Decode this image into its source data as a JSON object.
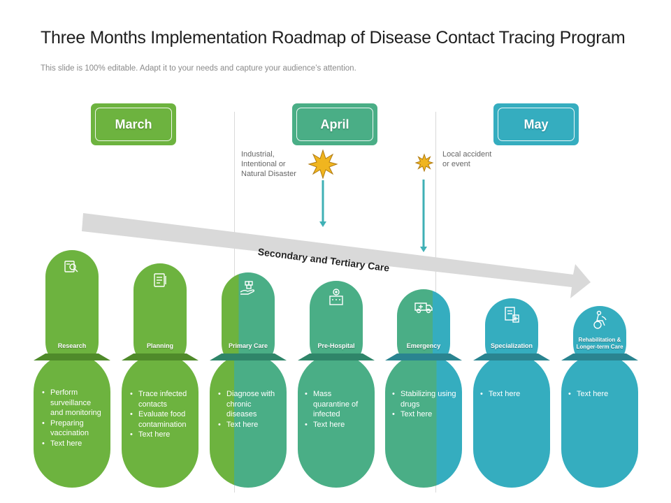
{
  "title": "Three Months Implementation Roadmap of Disease Contact Tracing Program",
  "subtitle": "This slide is 100% editable. Adapt it to your needs and capture your audience’s attention.",
  "months": [
    "March",
    "April",
    "May"
  ],
  "notes": {
    "disaster": "Industrial,\nIntentional  or\nNatural Disaster",
    "accident": "Local accident\nor event"
  },
  "arrow_label": "Secondary and Tertiary Care",
  "stages": [
    {
      "label": "Research",
      "icon": "research-icon",
      "items": [
        "Perform surveillance and monitoring",
        "Preparing vaccination",
        "Text here"
      ]
    },
    {
      "label": "Planning",
      "icon": "clipboard-icon",
      "items": [
        "Trace infected contacts",
        "Evaluate food contamination",
        "Text here"
      ]
    },
    {
      "label": "Primary Care",
      "icon": "care-hand-icon",
      "items": [
        "Diagnose with chronic diseases",
        "Text here"
      ]
    },
    {
      "label": "Pre-Hospital",
      "icon": "hospital-icon",
      "items": [
        "Mass quarantine of infected",
        "Text here"
      ]
    },
    {
      "label": "Emergency",
      "icon": "ambulance-icon",
      "items": [
        "Stabilizing using drugs",
        "Text here"
      ]
    },
    {
      "label": "Specialization",
      "icon": "medical-report-icon",
      "items": [
        "Text here"
      ]
    },
    {
      "label": "Rehabilitation & Longer-term Care",
      "icon": "wheelchair-icon",
      "items": [
        "Text here"
      ]
    }
  ],
  "colors": {
    "green": "#6db33f",
    "teal_green": "#4aae86",
    "teal": "#35adbf",
    "arrow": "#d9d9d9",
    "burst": "#f0b51f"
  }
}
